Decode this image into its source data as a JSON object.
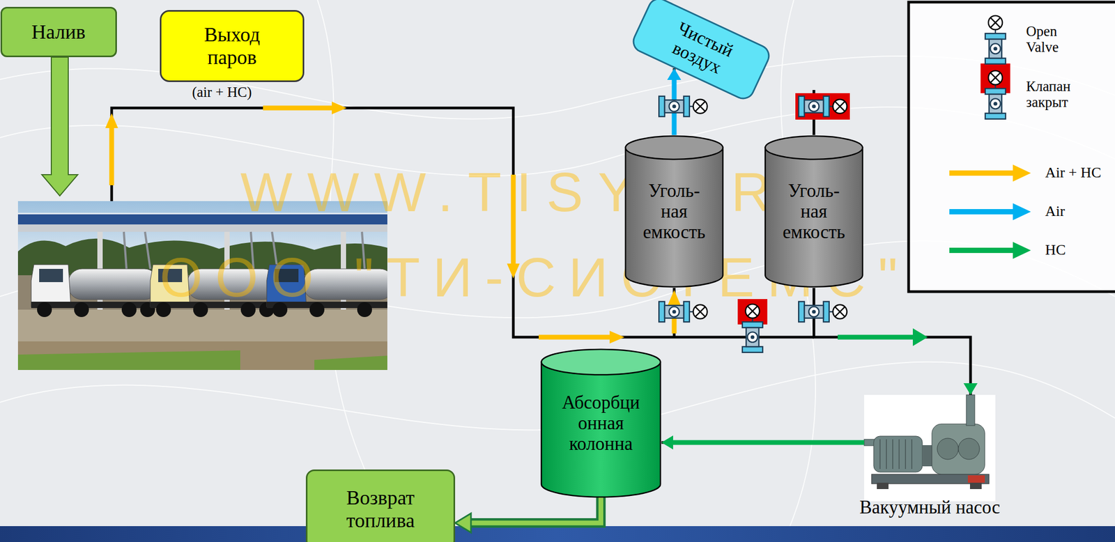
{
  "diagram": {
    "nodes": [
      {
        "text": [
          "Налив"
        ]
      },
      {
        "text": [
          "Выход паров"
        ]
      },
      {
        "text": [
          "Чистый воздух"
        ]
      },
      {
        "text": [
          "Уголь- ная емкость"
        ]
      },
      {
        "text": [
          "Уголь- ная емкость"
        ]
      },
      {
        "text": [
          "Абсорбци онная колонна"
        ]
      },
      {
        "text": [
          "Вакуумный насос"
        ]
      },
      {
        "text": [
          "Возврат топлива"
        ]
      }
    ],
    "edges": [
      {
        "from": 3,
        "to": 2,
        "arrow": "to"
      },
      {
        "from": 4,
        "to": 6,
        "arrow": "to"
      },
      {
        "from": 6,
        "to": 5,
        "arrow": "to"
      },
      {
        "from": 5,
        "to": 7,
        "arrow": "to"
      }
    ],
    "labels": [
      "(air + HC)",
      "WWW.TISYS.RU",
      "ООО \"ТИ-СИСТЕМС\""
    ],
    "legend": [
      {
        "text": "Open Valve"
      },
      {
        "text": "Клапан закрыт"
      },
      {
        "text": "Air + HC"
      },
      {
        "text": "Air"
      },
      {
        "text": "HC"
      }
    ]
  }
}
